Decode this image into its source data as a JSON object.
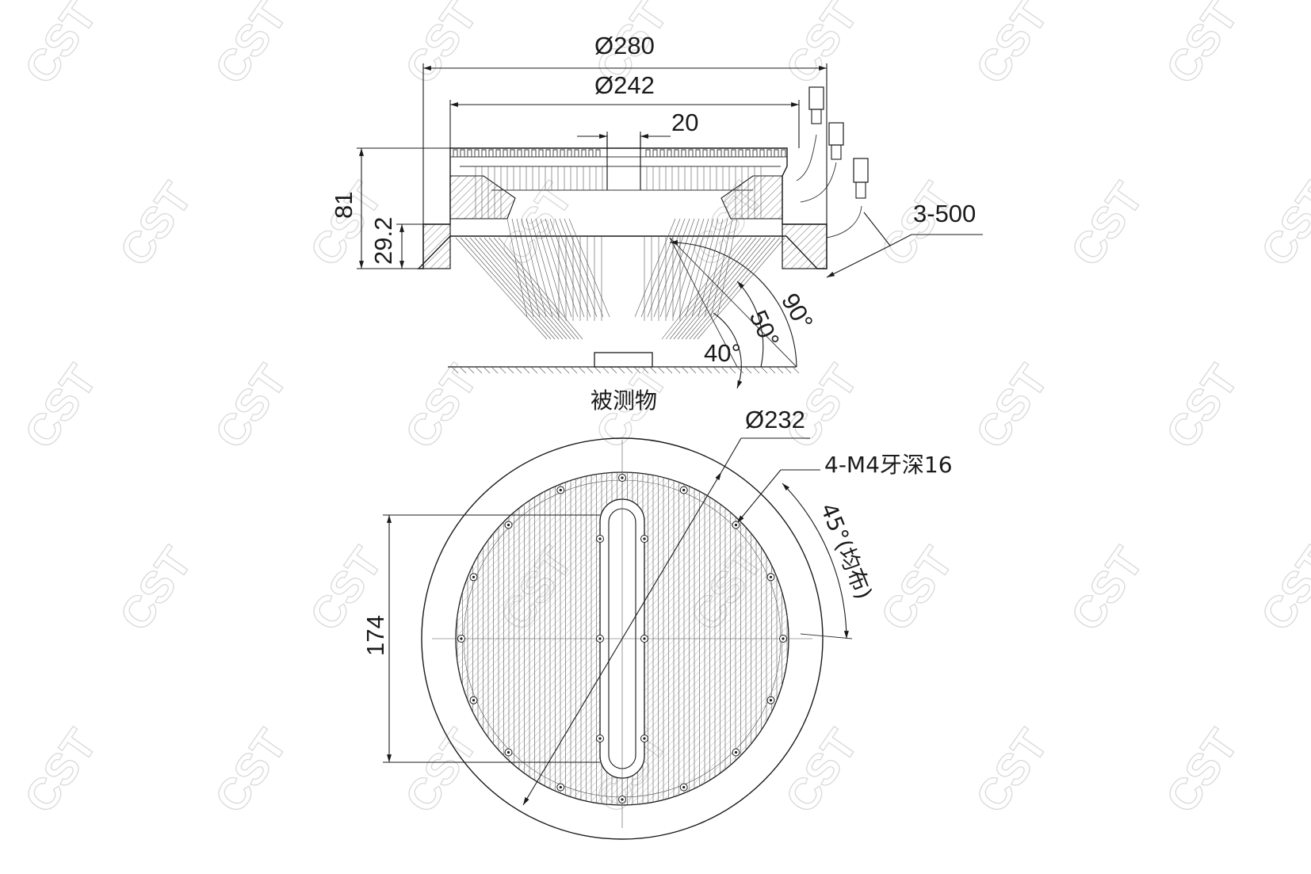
{
  "watermark": "CST",
  "front_view": {
    "outer_diameter": "Ø280",
    "inner_diameter": "Ø242",
    "window_width": "20",
    "height": "81",
    "lower_height": "29.2",
    "cable": "3-500",
    "angle_90": "90°",
    "angle_50": "50°",
    "angle_40": "40°",
    "object_label": "被测物"
  },
  "bottom_view": {
    "diameter": "Ø232",
    "mount_holes": "4-M4牙深16",
    "hole_spacing": "45°(均布)",
    "slot_length": "174"
  },
  "colors": {
    "line": "#1a1a1a",
    "watermark": "#d9d9d9",
    "background": "#ffffff"
  }
}
